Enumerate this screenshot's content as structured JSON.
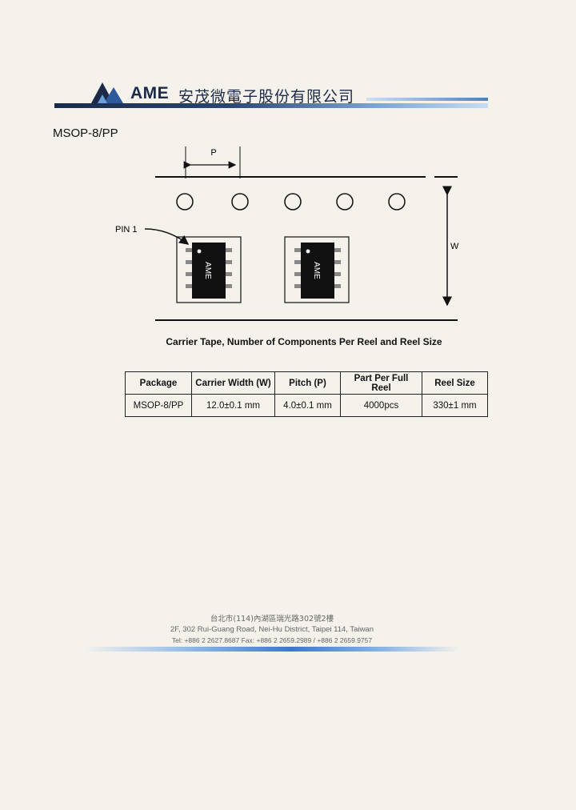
{
  "header": {
    "brand": "AME",
    "company_cn": "安茂微電子股份有限公司"
  },
  "package_title": "MSOP-8/PP",
  "diagram": {
    "pitch_label": "P",
    "width_label": "W",
    "pin1_label": "PIN 1",
    "chip_marking": "AME"
  },
  "caption": "Carrier Tape, Number of Components Per Reel and Reel Size",
  "table": {
    "headers": [
      "Package",
      "Carrier Width (W)",
      "Pitch (P)",
      "Part Per Full Reel",
      "Reel Size"
    ],
    "rows": [
      [
        "MSOP-8/PP",
        "12.0±0.1 mm",
        "4.0±0.1 mm",
        "4000pcs",
        "330±1 mm"
      ]
    ]
  },
  "footer": {
    "address_cn": "台北市(114)內湖區瑞光路302號2樓",
    "address_en": "2F, 302 Rui-Guang Road, Nei-Hu District, Taipei 114, Taiwan",
    "contact": "Tel: +886 2 2627.8687  Fax: +886 2 2659.2989 / +886 2 2659.9757"
  },
  "colors": {
    "brand_navy": "#1a2a48",
    "brand_blue": "#3f79c4"
  }
}
